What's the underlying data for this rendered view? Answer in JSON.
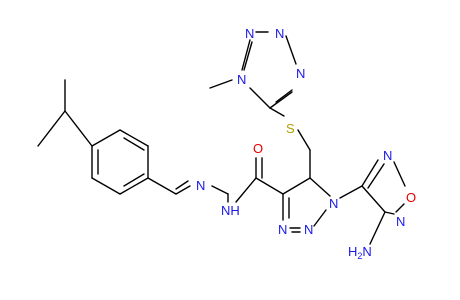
{
  "colors": {
    "bond": "#000000",
    "nitrogen": "#1a1ae6",
    "oxygen": "#e60000",
    "sulfur": "#b3a000",
    "background": "#ffffff"
  },
  "atoms": {
    "N": "N",
    "O": "O",
    "S": "S",
    "H": "H",
    "NH": "NH",
    "H2N": "H",
    "H2N_sub": "2",
    "H2N_N": "N"
  }
}
